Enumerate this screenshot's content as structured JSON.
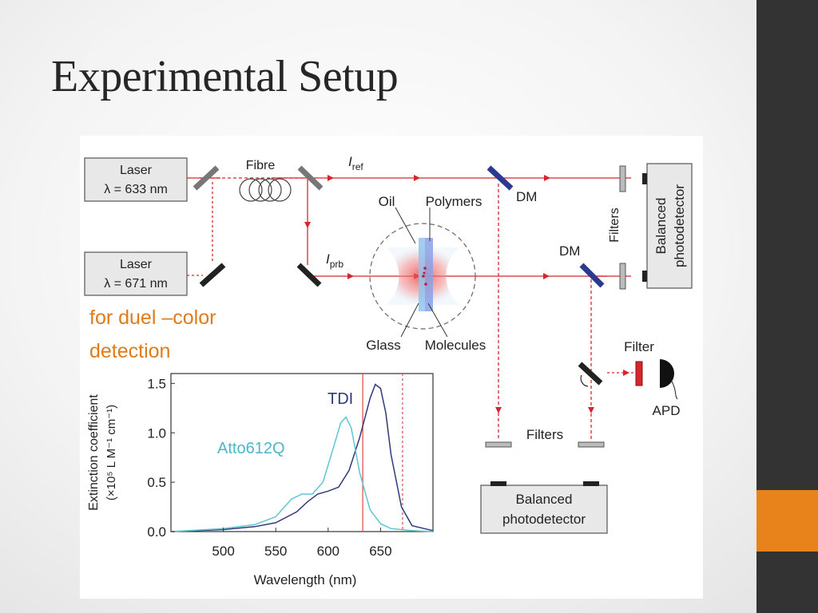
{
  "slide": {
    "title": "Experimental Setup",
    "note_line1": "for duel –color",
    "note_line2": "detection"
  },
  "setup": {
    "laser_1_name": "Laser",
    "laser_1_wavelength": "λ = 633 nm",
    "laser_2_name": "Laser",
    "laser_2_wavelength": "λ = 671 nm",
    "fibre": "Fibre",
    "i_ref": "I",
    "i_ref_sub": "ref",
    "i_prb": "I",
    "i_prb_sub": "prb",
    "oil": "Oil",
    "polymers": "Polymers",
    "glass": "Glass",
    "molecules": "Molecules",
    "dm_top": "DM",
    "dm_bottom": "DM",
    "filters_vertical": "Filters",
    "balanced_pd_right_1": "Balanced",
    "balanced_pd_right_2": "photodetector",
    "filter_apd": "Filter",
    "apd": "APD",
    "filters_bottom": "Filters",
    "balanced_pd_bottom_1": "Balanced",
    "balanced_pd_bottom_2": "photodetector"
  },
  "colors": {
    "beam": "#d7262b",
    "dm": "#2b3a8f",
    "accent": "#e8821a",
    "note_text": "#e07b1a",
    "tdi": "#2e3a7a",
    "atto": "#5ec6d0"
  },
  "chart_data": {
    "type": "line",
    "ylabel_line1": "Extinction coefficient",
    "ylabel_line2": "(×10⁵ L M⁻¹ cm⁻¹)",
    "xlabel": "Wavelength (nm)",
    "xlim": [
      450,
      700
    ],
    "ylim": [
      0,
      1.6
    ],
    "xticks": [
      500,
      550,
      600,
      650
    ],
    "yticks": [
      0.0,
      0.5,
      1.0,
      1.5
    ],
    "xtick_labels": [
      "500",
      "550",
      "600",
      "650"
    ],
    "ytick_labels": [
      "0.0",
      "0.5",
      "1.0",
      "1.5"
    ],
    "vlines": [
      {
        "x": 633,
        "style": "solid"
      },
      {
        "x": 671,
        "style": "dashed"
      }
    ],
    "series": [
      {
        "name": "TDI",
        "x": [
          450,
          500,
          530,
          550,
          570,
          580,
          590,
          600,
          610,
          620,
          630,
          640,
          645,
          650,
          655,
          660,
          670,
          680,
          700
        ],
        "values": [
          0.0,
          0.02,
          0.05,
          0.09,
          0.2,
          0.3,
          0.38,
          0.41,
          0.45,
          0.62,
          0.95,
          1.35,
          1.49,
          1.45,
          1.2,
          0.78,
          0.25,
          0.06,
          0.01
        ]
      },
      {
        "name": "Atto612Q",
        "x": [
          450,
          500,
          530,
          550,
          565,
          575,
          585,
          595,
          605,
          612,
          617,
          622,
          630,
          640,
          650,
          660,
          680,
          700
        ],
        "values": [
          0.0,
          0.03,
          0.07,
          0.15,
          0.33,
          0.38,
          0.38,
          0.5,
          0.85,
          1.1,
          1.16,
          1.05,
          0.6,
          0.22,
          0.08,
          0.03,
          0.01,
          0.0
        ]
      }
    ]
  }
}
